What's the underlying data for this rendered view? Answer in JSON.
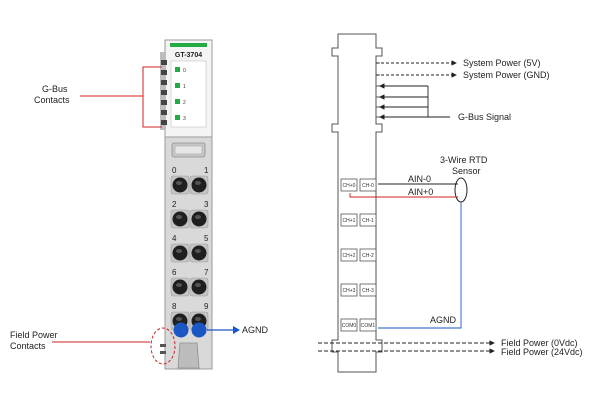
{
  "module": {
    "model": "GT-3704",
    "led_labels": [
      "0",
      "1",
      "2",
      "3"
    ],
    "terminal_labels": [
      "0",
      "1",
      "2",
      "3",
      "4",
      "5",
      "6",
      "7",
      "8",
      "9"
    ],
    "colors": {
      "led": "#22aa44",
      "housing": "#d9d9d9",
      "terminal": "#222222",
      "agnd_dot": "#1a56c4",
      "callout": "#cc2222"
    }
  },
  "left_labels": {
    "gbus_line1": "G-Bus",
    "gbus_line2": "Contacts",
    "field_line1": "Field Power",
    "field_line2": "Contacts",
    "agnd": "AGND"
  },
  "right_labels": {
    "system_power_5v": "System Power (5V)",
    "system_power_gnd": "System Power (GND)",
    "gbus_signal": "G-Bus Signal",
    "rtd_line1": "3-Wire RTD",
    "rtd_line2": "Sensor",
    "ain_minus": "AIN-0",
    "ain_plus": "AIN+0",
    "agnd": "AGND",
    "field_power_0": "Field Power (0Vdc)",
    "field_power_24": "Field Power (24Vdc)"
  },
  "channels": [
    {
      "a": "CH+0",
      "b": "CH-0"
    },
    {
      "a": "CH+1",
      "b": "CH-1"
    },
    {
      "a": "CH+2",
      "b": "CH-2"
    },
    {
      "a": "CH+3",
      "b": "CH-3"
    },
    {
      "a": "COM0",
      "b": "COM1"
    }
  ]
}
